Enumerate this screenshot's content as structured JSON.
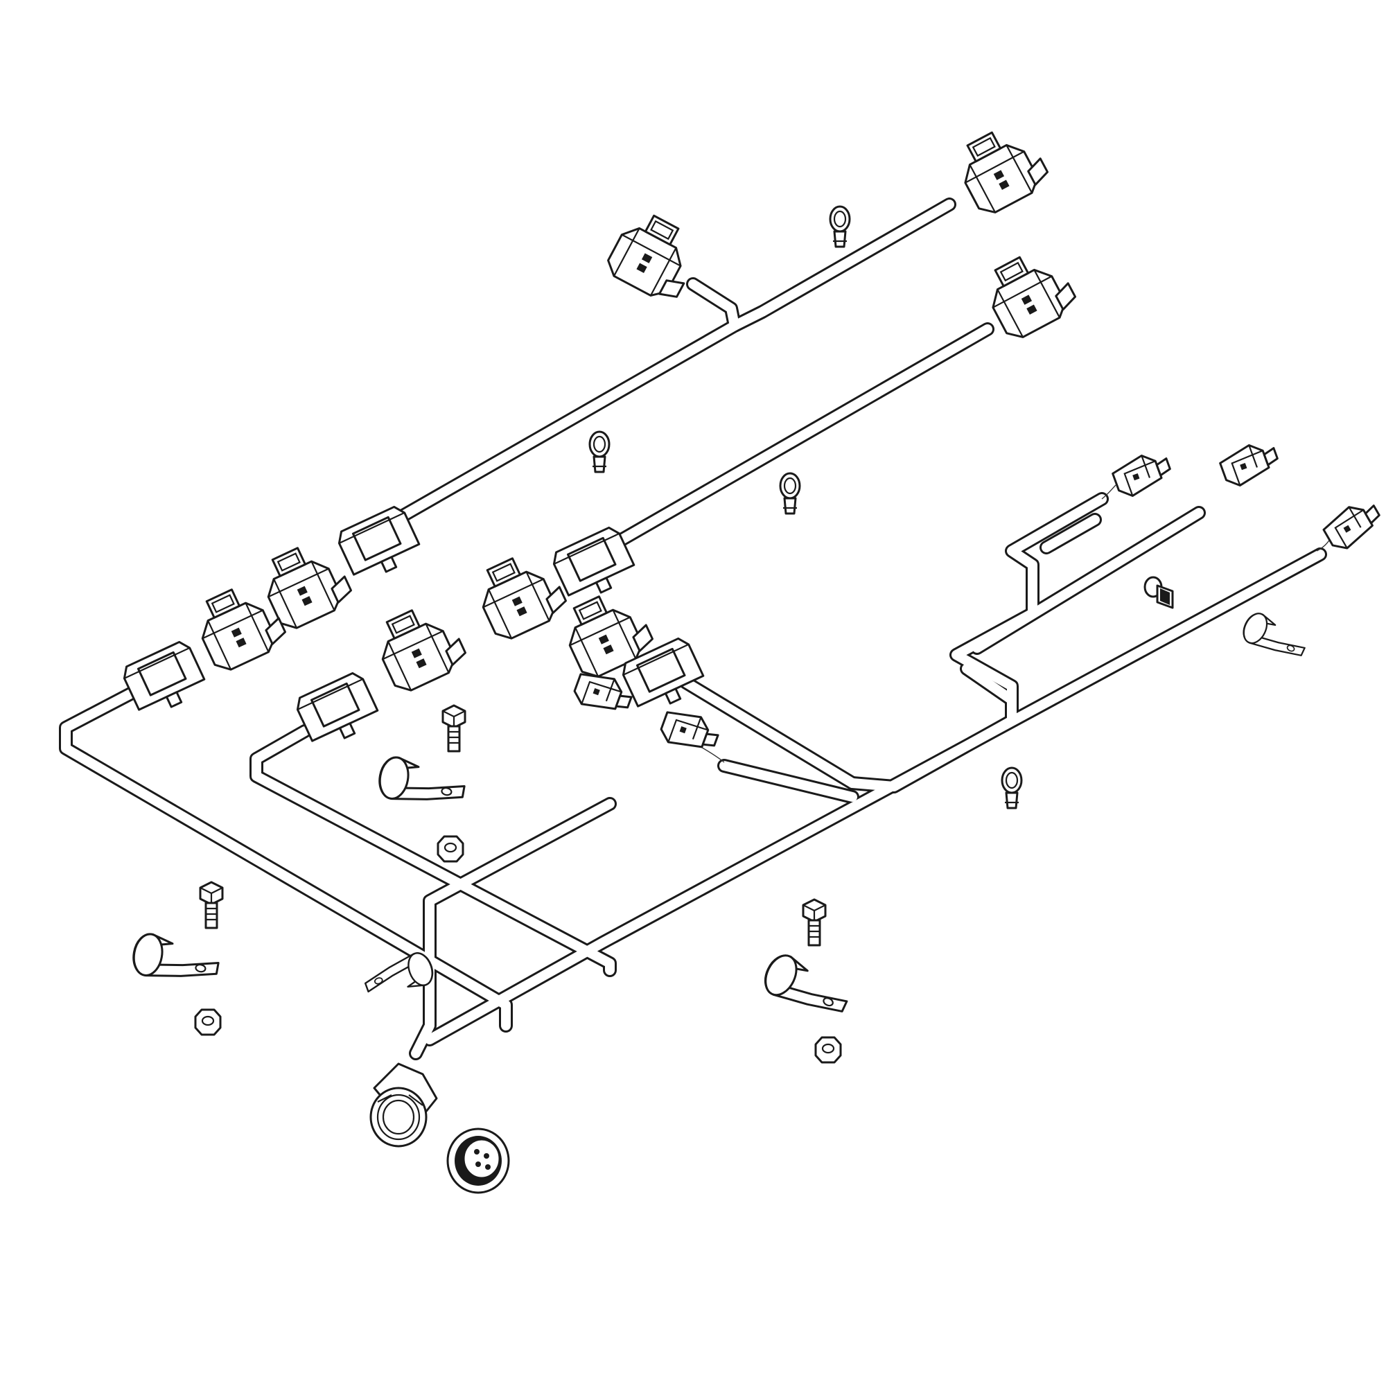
{
  "diagram": {
    "kind": "exploded-view line drawing",
    "subject": "wiring harness",
    "colors": {
      "line": "#1a1a1a",
      "background": "#ffffff"
    },
    "parts": [
      {
        "name": "connector-top-a"
      },
      {
        "name": "connector-top-b"
      },
      {
        "name": "connector-top-c"
      },
      {
        "name": "connector-right-d"
      },
      {
        "name": "connector-right-e"
      },
      {
        "name": "connector-right-f"
      },
      {
        "name": "connector-left-g"
      },
      {
        "name": "connector-left-h"
      },
      {
        "name": "connector-mid-i"
      },
      {
        "name": "connector-mid-j"
      },
      {
        "name": "connector-small-k"
      },
      {
        "name": "round-connector"
      },
      {
        "name": "cable-tie"
      },
      {
        "name": "p-clamp"
      },
      {
        "name": "bolt"
      },
      {
        "name": "nut"
      }
    ]
  }
}
